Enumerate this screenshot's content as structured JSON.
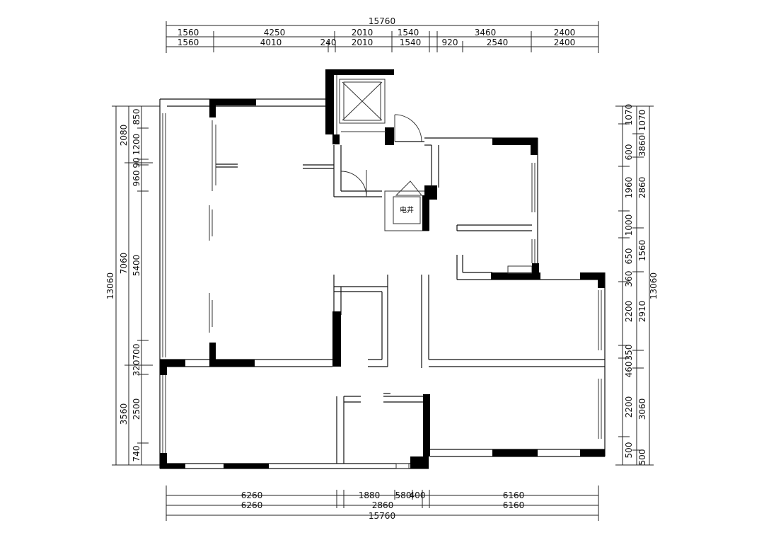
{
  "top": {
    "total": "15760",
    "row1": [
      "1560",
      "4250",
      "2010",
      "1540",
      "3460",
      "2400"
    ],
    "row2": [
      "1560",
      "4010",
      "240",
      "2010",
      "1540",
      "920",
      "2540",
      "2400"
    ]
  },
  "bottom": {
    "row1": [
      "6260",
      "1880",
      "580",
      "400",
      "6160"
    ],
    "row2": [
      "6260",
      "2860",
      "6160"
    ],
    "total": "15760"
  },
  "left": {
    "total": "13060",
    "col2": [
      "2080",
      "7060",
      "3560"
    ],
    "col3": [
      "850",
      "1200",
      "90",
      "960",
      "5400",
      "320",
      "700",
      "2500",
      "740"
    ]
  },
  "right": {
    "total": "13060",
    "col2": [
      "1070",
      "3860",
      "2860",
      "1560",
      "2910",
      "3060",
      "500"
    ],
    "col3": [
      "1070",
      "600",
      "1960",
      "1000",
      "650",
      "360",
      "2200",
      "350",
      "460",
      "2200",
      "500"
    ]
  },
  "room_labels": {
    "shaft": "电井"
  }
}
